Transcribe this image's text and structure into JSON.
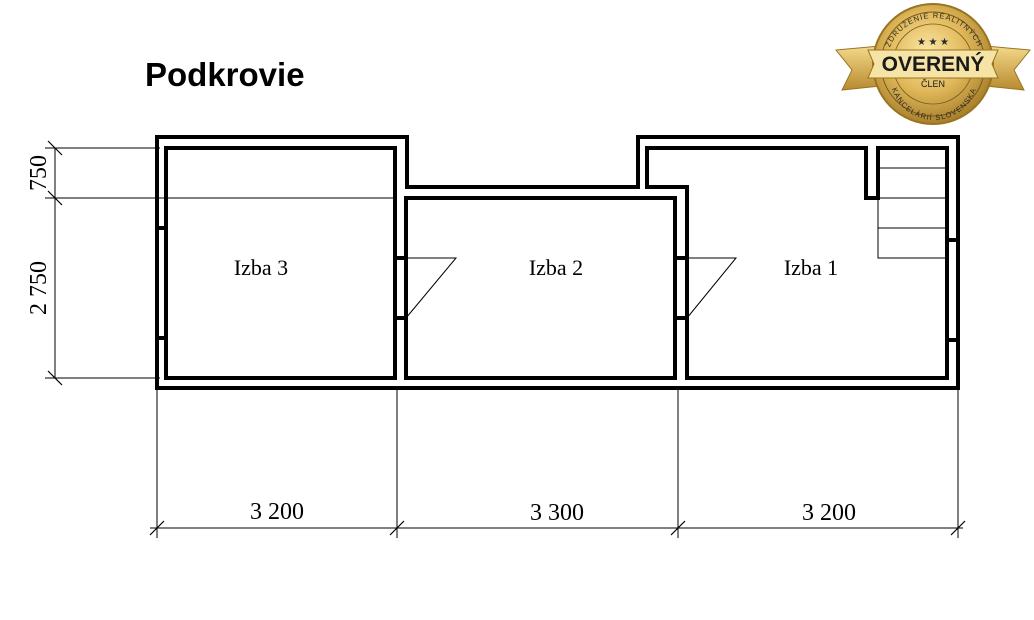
{
  "title": "Podkrovie",
  "rooms": [
    {
      "label": "Izba 3"
    },
    {
      "label": "Izba 2"
    },
    {
      "label": "Izba 1"
    }
  ],
  "dimensions": {
    "horizontal": [
      "3 200",
      "3 300",
      "3 200"
    ],
    "vertical": [
      "750",
      "2 750"
    ]
  },
  "badge": {
    "main": "OVERENÝ",
    "sub": "ČLEN",
    "arc_top": "ZDRUŽENIE REALITNÝCH",
    "arc_bottom": "KANCELÁRIÍ SLOVENSKA",
    "gold": "#d4aa4c",
    "gold_dark": "#9a7420"
  }
}
